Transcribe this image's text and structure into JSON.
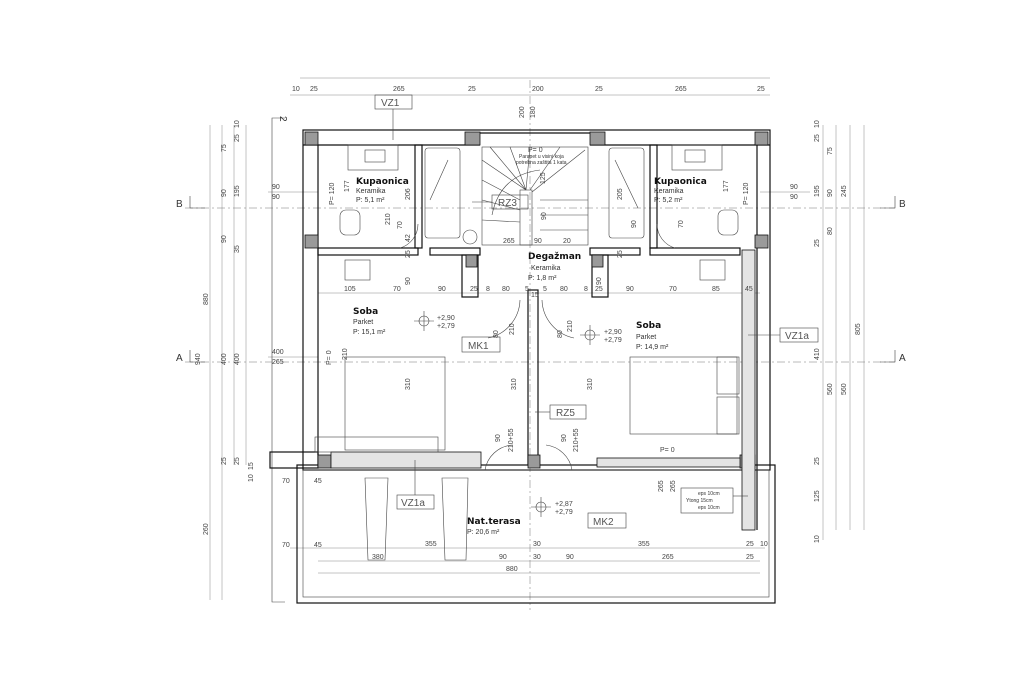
{
  "rooms": {
    "bath_left": {
      "name": "Kupaonica",
      "floor": "Keramika",
      "area": "P: 5,1 m²"
    },
    "bath_right": {
      "name": "Kupaonica",
      "floor": "Keramika",
      "area": "P: 5,2 m²"
    },
    "hall": {
      "name": "Degažman",
      "floor": "Keramika",
      "area": "P: 1,8 m²"
    },
    "room_left": {
      "name": "Soba",
      "floor": "Parket",
      "area": "P: 15,1 m²"
    },
    "room_right": {
      "name": "Soba",
      "floor": "Parket",
      "area": "P: 14,9 m²"
    },
    "terrace": {
      "name": "Nat.terasa",
      "area": "P: 20,6 m²"
    }
  },
  "tags": {
    "vz1": "VZ1",
    "rz3": "RZ3",
    "mk1": "MK1",
    "rz5": "RZ5",
    "vz1a_right": "VZ1a",
    "vz1a_bottom": "VZ1a",
    "mk2": "MK2"
  },
  "levels": {
    "left": [
      "+2,90",
      "+2,79"
    ],
    "right": [
      "+2,90",
      "+2,79"
    ],
    "terrace": [
      "+2,87",
      "+2,79"
    ]
  },
  "sections": {
    "a": "A",
    "b": "B",
    "north": "2"
  },
  "stair_note": {
    "level": "P= 0",
    "line1": "Parapet u visini koja",
    "line2": "potrebna zaštita 1 kata"
  },
  "parapets": {
    "bath_left": "P= 120",
    "bath_right": "P= 120",
    "room_left": "P= 0",
    "room_right": "P= 0"
  },
  "wall_layers": [
    "eps 10cm",
    "Ytong 15cm",
    "eps 10cm"
  ],
  "dimensions": [
    "10",
    "25",
    "265",
    "25",
    "200",
    "25",
    "265",
    "25",
    "200",
    "180",
    "880",
    "940",
    "260",
    "75",
    "90",
    "90",
    "400",
    "25",
    "10",
    "25",
    "195",
    "35",
    "400",
    "25",
    "15",
    "10",
    "90",
    "90",
    "400",
    "265",
    "70",
    "45",
    "70",
    "45",
    "10",
    "25",
    "195",
    "25",
    "410",
    "25",
    "125",
    "10",
    "75",
    "90",
    "80",
    "560",
    "245",
    "560",
    "805",
    "90",
    "90",
    "105",
    "70",
    "90",
    "25",
    "8",
    "80",
    "5",
    "15",
    "5",
    "80",
    "8",
    "25",
    "90",
    "70",
    "85",
    "45",
    "355",
    "30",
    "355",
    "25",
    "10",
    "380",
    "90",
    "30",
    "90",
    "265",
    "25",
    "880",
    "310",
    "310",
    "310",
    "177",
    "206",
    "205",
    "177",
    "265",
    "90",
    "90",
    "25",
    "25",
    "210",
    "80",
    "80",
    "210",
    "90",
    "210+55",
    "90",
    "210+55",
    "265",
    "265",
    "90",
    "20",
    "90",
    "125",
    "90",
    "70",
    "210",
    "70",
    "210",
    "42",
    "25"
  ]
}
